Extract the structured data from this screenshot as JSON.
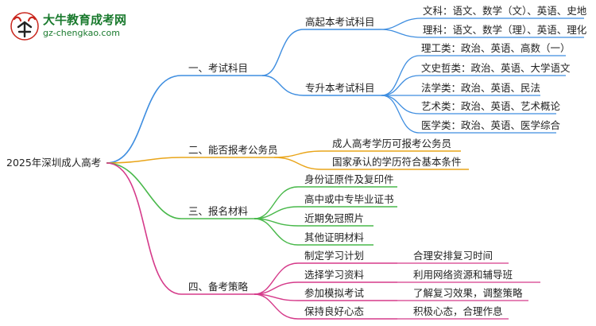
{
  "logo": {
    "title": "大牛教育成考网",
    "url": "gz-chengkao.com"
  },
  "colors": {
    "blue": "#3f8ee0",
    "orange": "#e9a51a",
    "green": "#48b84a",
    "magenta": "#d53a8a"
  },
  "root": "2025年深圳成人高考",
  "branches": [
    {
      "label": "一、考试科目",
      "children": [
        {
          "label": "高起本考试科目",
          "children": [
            "文科：语文、数学（文）、英语、史地",
            "理科：语文、数学（理）、英语、理化"
          ]
        },
        {
          "label": "专升本考试科目",
          "children": [
            "理工类：政治、英语、高数（一）",
            "文史哲类：政治、英语、大学语文",
            "法学类：政治、英语、民法",
            "艺术类：政治、英语、艺术概论",
            "医学类：政治、英语、医学综合"
          ]
        }
      ]
    },
    {
      "label": "二、能否报考公务员",
      "children": [
        "成人高考学历可报考公务员",
        "国家承认的学历符合基本条件"
      ]
    },
    {
      "label": "三、报名材料",
      "children": [
        "身份证原件及复印件",
        "高中或中专毕业证书",
        "近期免冠照片",
        "其他证明材料"
      ]
    },
    {
      "label": "四、备考策略",
      "children": [
        {
          "label": "制定学习计划",
          "detail": "合理安排复习时间"
        },
        {
          "label": "选择学习资料",
          "detail": "利用网络资源和辅导班"
        },
        {
          "label": "参加模拟考试",
          "detail": "了解复习效果，调整策略"
        },
        {
          "label": "保持良好心态",
          "detail": "积极心态，合理作息"
        }
      ]
    }
  ]
}
